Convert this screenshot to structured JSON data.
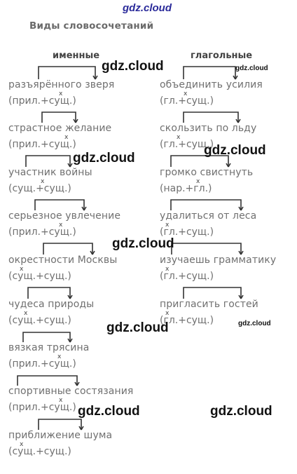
{
  "watermark_top": "gdz.cloud",
  "title": "Виды словосочетаний",
  "columns": {
    "left_header": "именные",
    "right_header": "глагольные"
  },
  "left_items": [
    {
      "phrase": "разъярённого зверя",
      "pattern": "(прил.+сущ.)"
    },
    {
      "phrase": "страстное желание",
      "pattern": "(прил.+сущ.)"
    },
    {
      "phrase": "участник войны",
      "pattern": "(сущ.+сущ.)"
    },
    {
      "phrase": "серьезное увлечение",
      "pattern": "(прил.+сущ.)"
    },
    {
      "phrase": "окрестности Москвы",
      "pattern": "(сущ.+сущ.)"
    },
    {
      "phrase": "чудеса природы",
      "pattern": "(сущ.+сущ.)"
    },
    {
      "phrase": "вязкая трясина",
      "pattern": "(прил.+сущ.)"
    },
    {
      "phrase": "спортивные состязания",
      "pattern": "(прил.+сущ.)"
    },
    {
      "phrase": "приближение шума",
      "pattern": "(сущ.+сущ.)"
    }
  ],
  "right_items": [
    {
      "phrase": "объединить усилия",
      "pattern": "(гл.+сущ.)"
    },
    {
      "phrase": "скользить по льду",
      "pattern": "(гл.+сущ.)"
    },
    {
      "phrase": "громко свистнуть",
      "pattern": "(нар.+гл.)"
    },
    {
      "phrase": "удалиться от леса",
      "pattern": "(гл.+сущ.)"
    },
    {
      "phrase": "изучаешь грамматику",
      "pattern": "(гл.+сущ.)"
    },
    {
      "phrase": "пригласить гостей",
      "pattern": "(гл.+сущ.)"
    }
  ],
  "watermarks": [
    "gdz.cloud",
    "gdz.cloud",
    "gdz.cloud",
    "gdz.cloud",
    "gdz.cloud",
    "gdz.cloud",
    "gdz.cloud"
  ],
  "watermarks_small": [
    "gdz.cloud",
    "gdz.cloud"
  ],
  "mark_glyph": "x",
  "colors": {
    "arc": "#333333",
    "text": "#707070",
    "watermark": "#111111"
  }
}
